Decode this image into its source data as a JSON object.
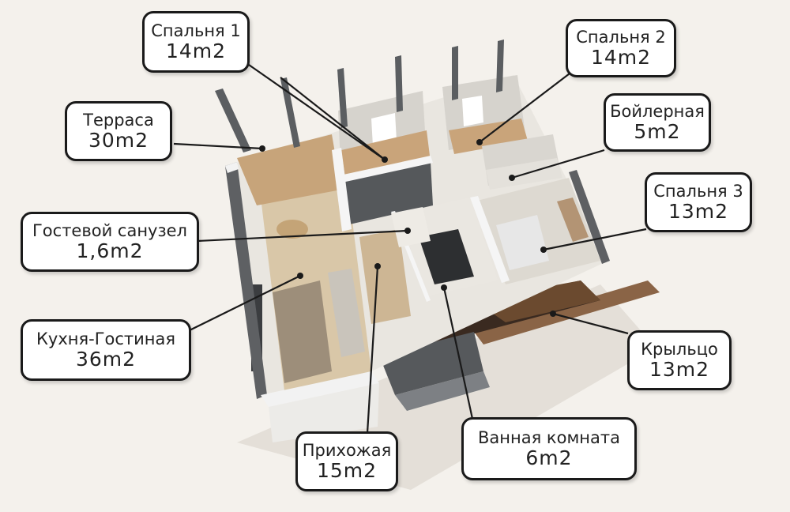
{
  "rooms": [
    {
      "id": "spalnya1",
      "name": "Спальня 1",
      "area": "14m2"
    },
    {
      "id": "spalnya2",
      "name": "Спальня 2",
      "area": "14m2"
    },
    {
      "id": "terrasa",
      "name": "Терраса",
      "area": "30m2"
    },
    {
      "id": "boilernaya",
      "name": "Бойлерная",
      "area": "5m2"
    },
    {
      "id": "gostevoy",
      "name": "Гостевой санузел",
      "area": "1,6m2"
    },
    {
      "id": "spalnya3",
      "name": "Спальня 3",
      "area": "13m2"
    },
    {
      "id": "kuhnya",
      "name": "Кухня-Гостиная",
      "area": "36m2"
    },
    {
      "id": "krylco",
      "name": "Крыльцо",
      "area": "13m2"
    },
    {
      "id": "prihozhaya",
      "name": "Прихожая",
      "area": "15m2"
    },
    {
      "id": "vannaya",
      "name": "Ванная комната",
      "area": "6m2"
    }
  ],
  "colors": {
    "background": "#f4f1ec",
    "wall_top": "#f2f2f2",
    "wall_side": "#5e6063",
    "floor_wood": "#d9c7a8",
    "floor_tile": "#e9e6e0",
    "deck_dark": "#3a2a20",
    "label_border": "#1a1a1a"
  }
}
